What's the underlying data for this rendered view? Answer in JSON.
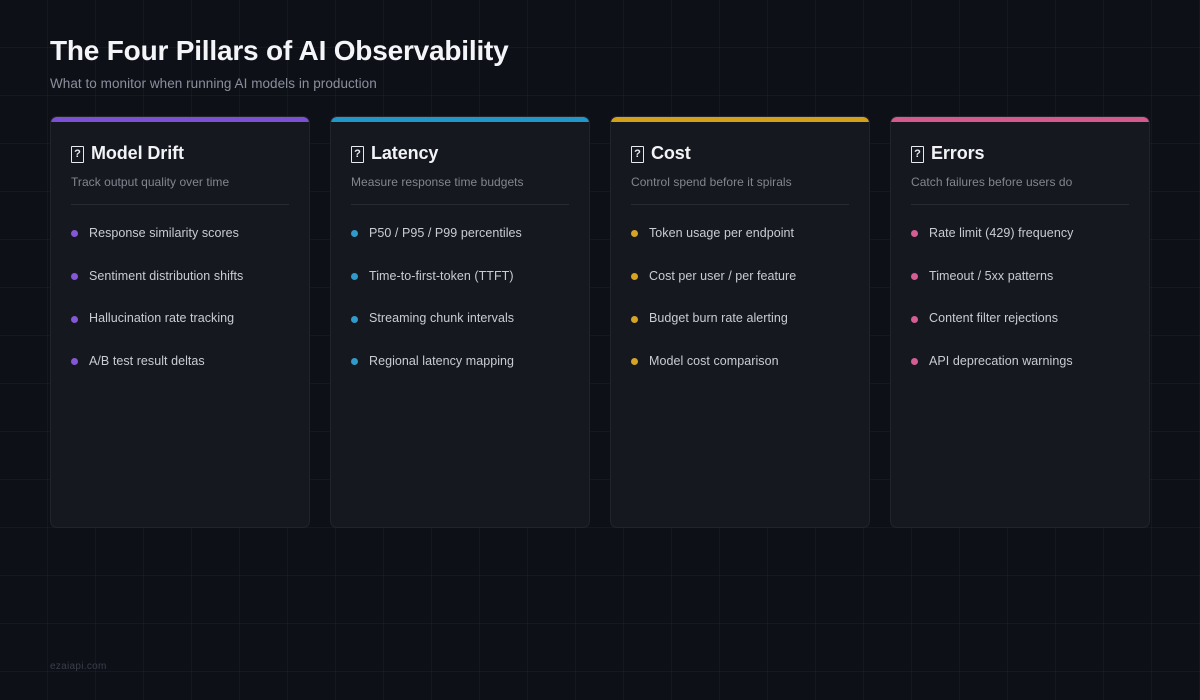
{
  "header": {
    "title": "The Four Pillars of AI Observability",
    "subtitle": "What to monitor when running AI models in production"
  },
  "footer": {
    "watermark": "ezaiapi.com"
  },
  "colors": {
    "background": "#0e1018",
    "card_background": "#16181f",
    "title_text": "#f4f5f8",
    "subtitle_text": "#8b8f9c",
    "item_text": "#c9ccd4"
  },
  "cards": [
    {
      "icon": "missing-glyph-box",
      "icon_char": "?",
      "title": "Model Drift",
      "subtitle": "Track output quality over time",
      "accent": "#7c4fd4",
      "dot": "#8457d8",
      "items": [
        "Response similarity scores",
        "Sentiment distribution shifts",
        "Hallucination rate tracking",
        "A/B test result deltas"
      ]
    },
    {
      "icon": "missing-glyph-box",
      "icon_char": "?",
      "title": "Latency",
      "subtitle": "Measure response time budgets",
      "accent": "#2196c9",
      "dot": "#2f9bcc",
      "items": [
        "P50 / P95 / P99 percentiles",
        "Time-to-first-token (TTFT)",
        "Streaming chunk intervals",
        "Regional latency mapping"
      ]
    },
    {
      "icon": "missing-glyph-box",
      "icon_char": "?",
      "title": "Cost",
      "subtitle": "Control spend before it spirals",
      "accent": "#d4a017",
      "dot": "#d6a422",
      "items": [
        "Token usage per endpoint",
        "Cost per user / per feature",
        "Budget burn rate alerting",
        "Model cost comparison"
      ]
    },
    {
      "icon": "missing-glyph-box",
      "icon_char": "?",
      "title": "Errors",
      "subtitle": "Catch failures before users do",
      "accent": "#d4598f",
      "dot": "#d65d93",
      "items": [
        "Rate limit (429) frequency",
        "Timeout / 5xx patterns",
        "Content filter rejections",
        "API deprecation warnings"
      ]
    }
  ]
}
